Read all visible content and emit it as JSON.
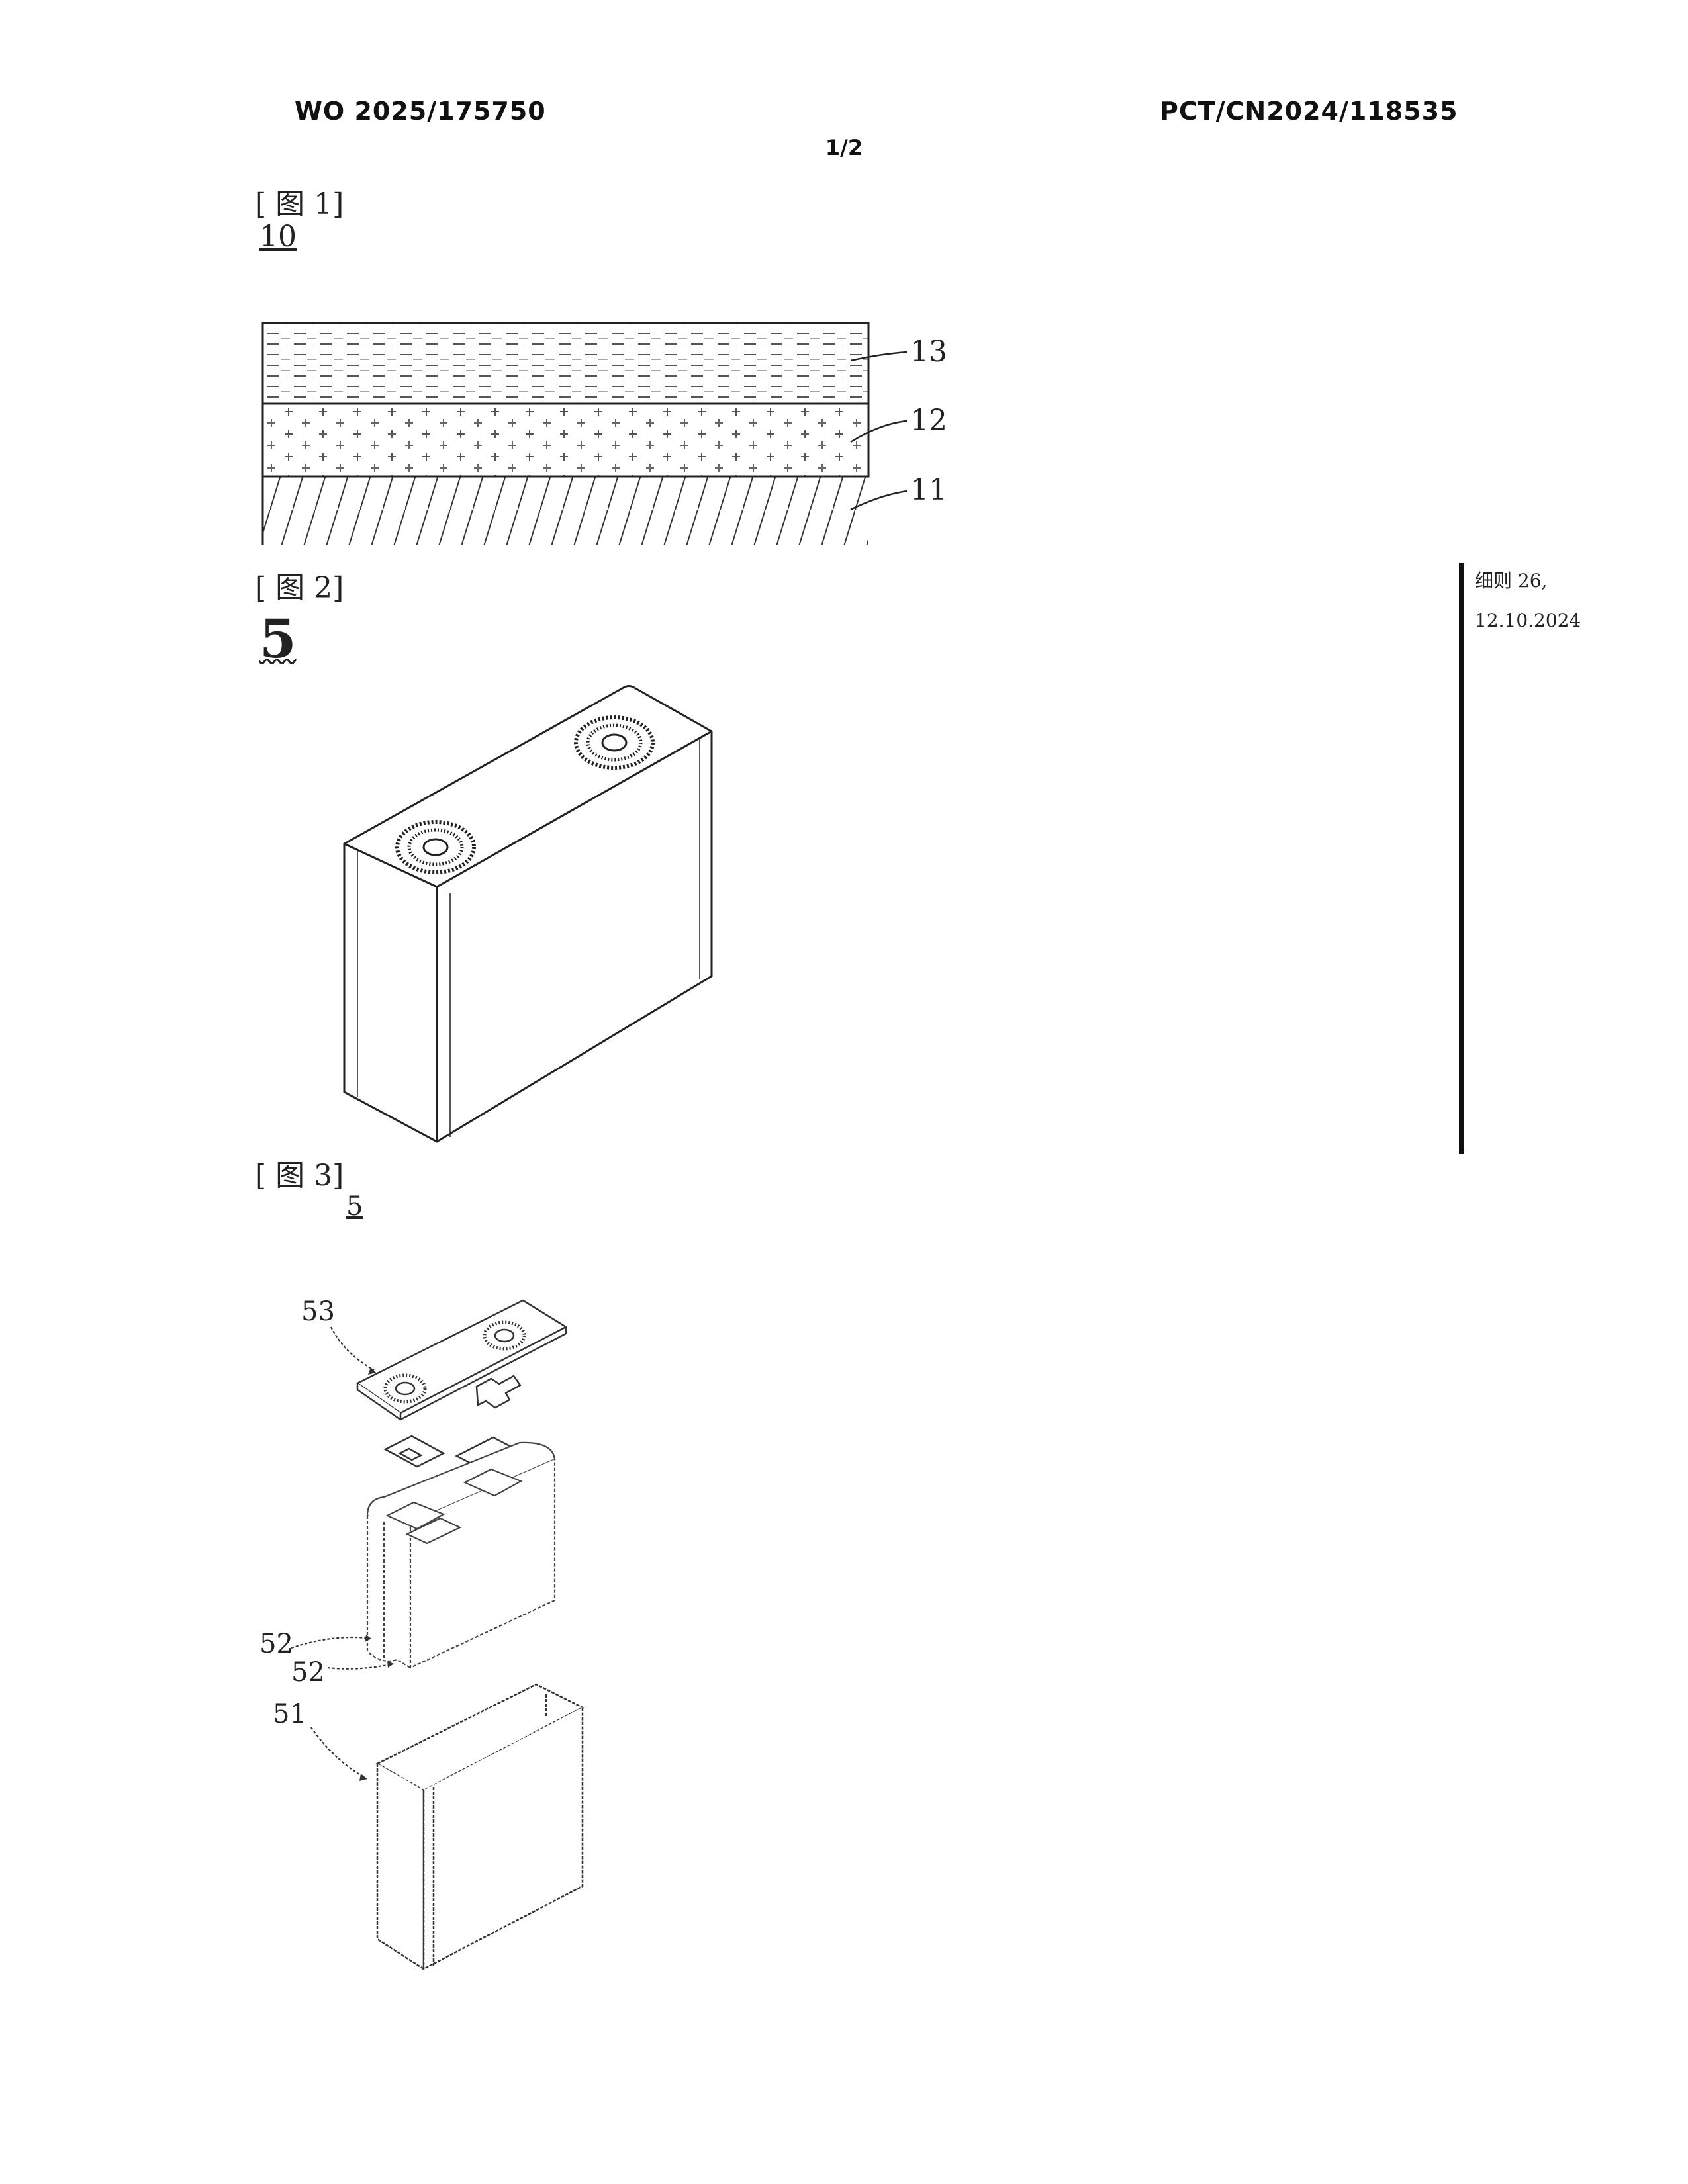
{
  "header": {
    "publication_number": "WO 2025/175750",
    "application_number": "PCT/CN2024/118535",
    "sheet": "1/2"
  },
  "figures": [
    {
      "label": "[ 图 1]",
      "ref_number": "10",
      "layers": [
        {
          "ref": "13",
          "pattern": "dashes"
        },
        {
          "ref": "12",
          "pattern": "plus-signs"
        },
        {
          "ref": "11",
          "pattern": "diagonal-hatch"
        }
      ]
    },
    {
      "label": "[ 图 2]",
      "ref_number": "5"
    },
    {
      "label": "[ 图 3]",
      "ref_number": "5",
      "parts": [
        {
          "ref": "53"
        },
        {
          "ref": "52"
        },
        {
          "ref": "52"
        },
        {
          "ref": "51"
        }
      ]
    }
  ],
  "margin_note": {
    "line1": "细则 26,",
    "line2": "12.10.2024"
  }
}
